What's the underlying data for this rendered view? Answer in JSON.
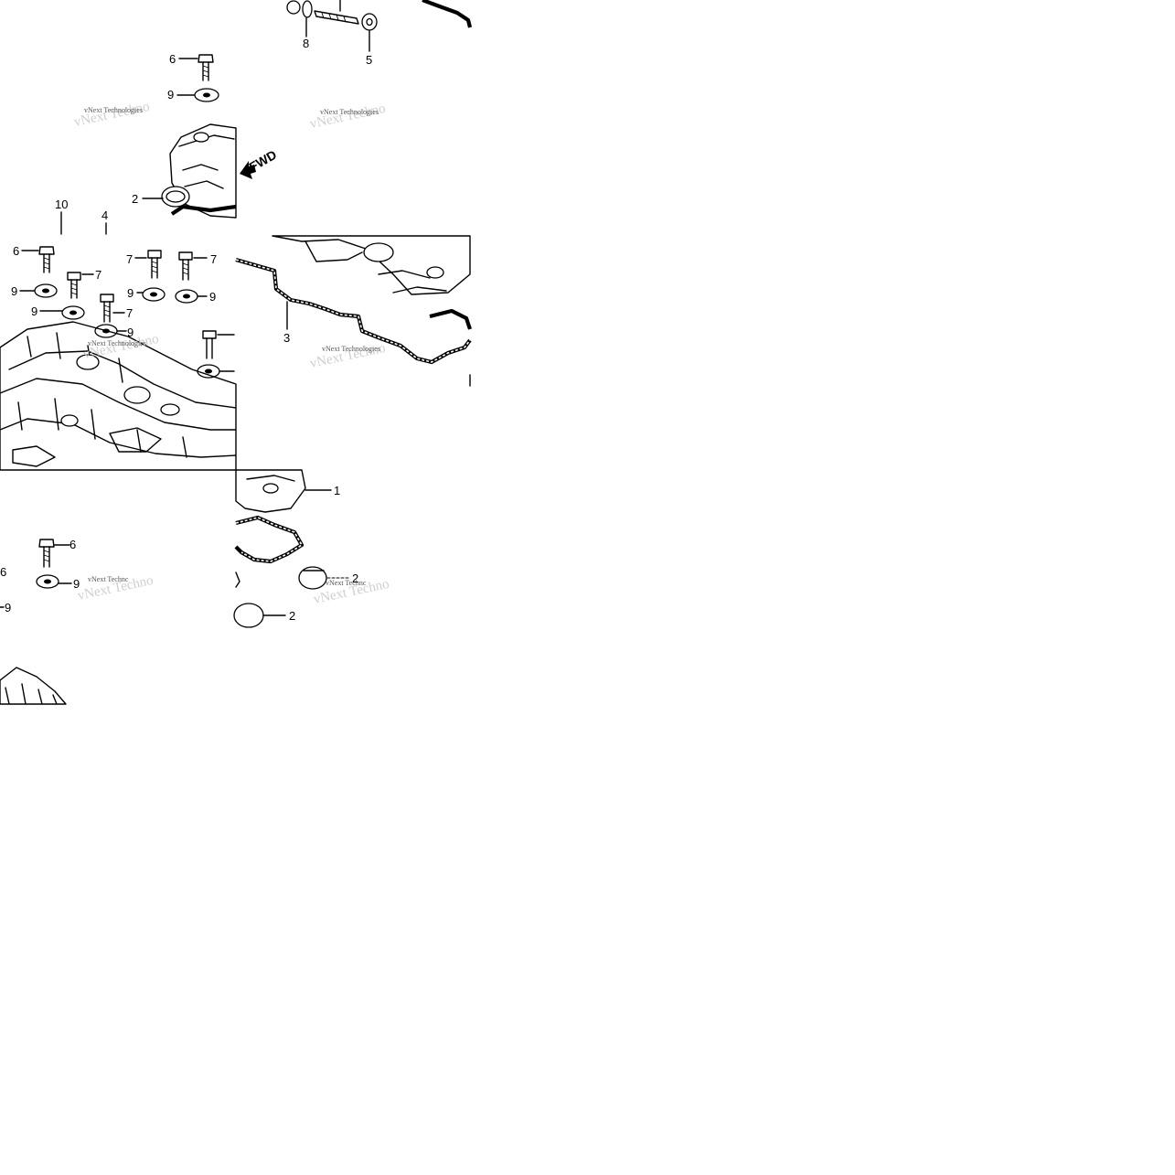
{
  "diagram": {
    "fwd_label": "FWD",
    "watermark": "vNext Technologies",
    "watermark_clipped": "vNext Technc",
    "part_labels": {
      "p1": "1",
      "p2a": "2",
      "p2b": "2",
      "p2c": "2",
      "p3": "3",
      "p4": "4",
      "p5": "5",
      "p6a": "6",
      "p6b": "6",
      "p6c": "6",
      "p6d": "6",
      "p7a": "7",
      "p7b": "7",
      "p7c": "7",
      "p7d": "7",
      "p8": "8",
      "p9a": "9",
      "p9b": "9",
      "p9c": "9",
      "p9d": "9",
      "p9e": "9",
      "p9f": "9",
      "p9g": "9",
      "p9h": "9",
      "p10": "10"
    }
  }
}
